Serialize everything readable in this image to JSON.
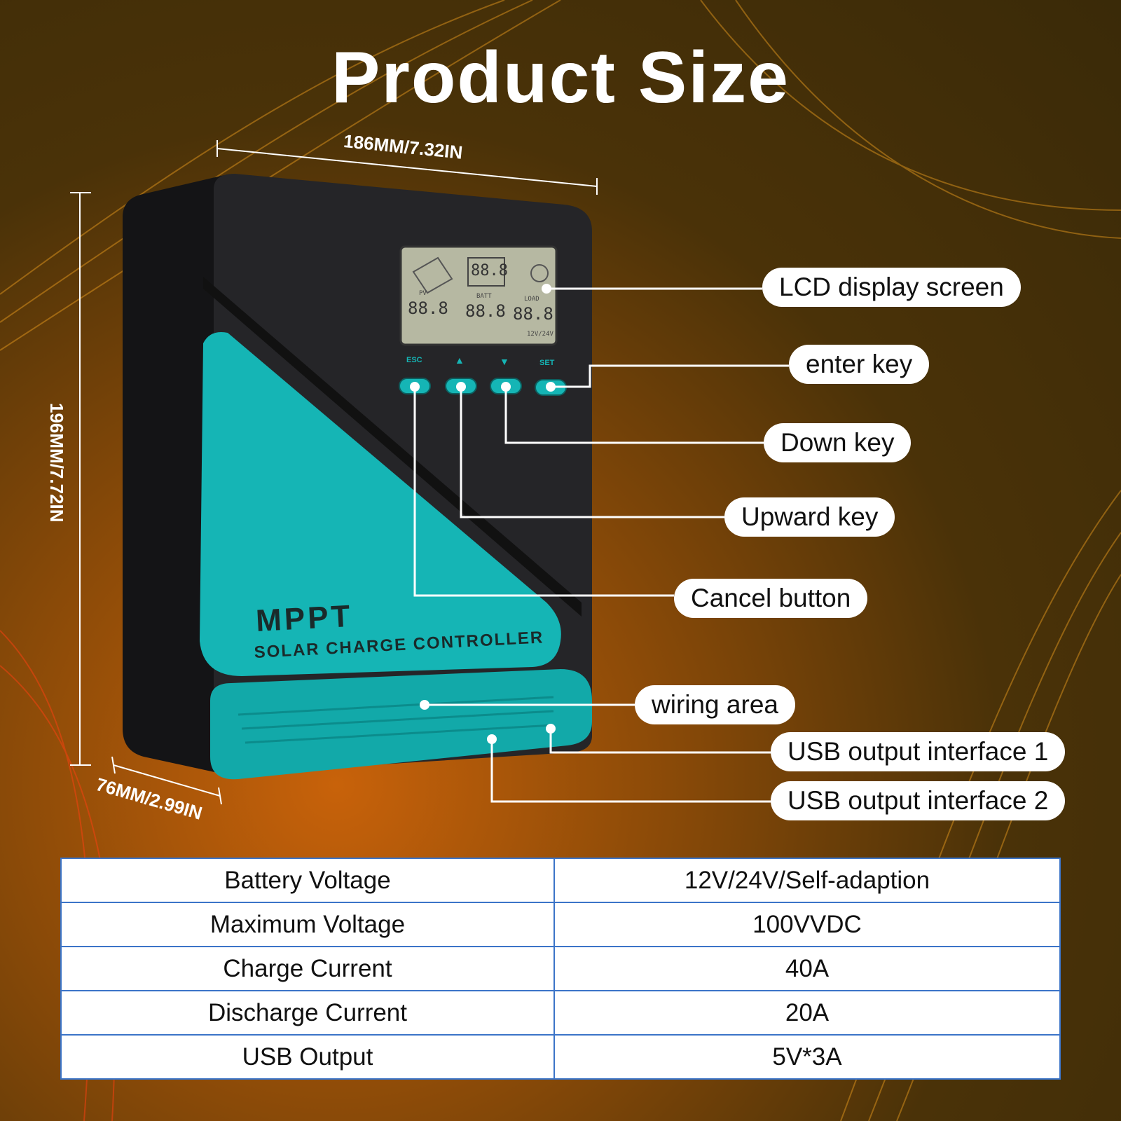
{
  "title": "Product Size",
  "dimensions": {
    "width": "186MM/7.32IN",
    "height": "196MM/7.72IN",
    "depth": "76MM/2.99IN"
  },
  "device": {
    "brand_line1": "MPPT",
    "brand_line2": "SOLAR CHARGE CONTROLLER",
    "buttons": [
      "ESC",
      "▲",
      "▼",
      "SET"
    ],
    "lcd": {
      "pv": "88.8",
      "batt": "88.8",
      "load": "88.8",
      "top": "88.8",
      "pv_label": "PV",
      "batt_label": "BATT",
      "load_label": "LOAD",
      "sys": "12V/24V"
    }
  },
  "callouts": {
    "lcd": "LCD display screen",
    "enter": "enter key",
    "down": "Down key",
    "up": "Upward key",
    "cancel": "Cancel button",
    "wiring": "wiring area",
    "usb1": "USB output interface 1",
    "usb2": "USB output interface 2"
  },
  "specs": [
    {
      "key": "Battery Voltage",
      "value": "12V/24V/Self-adaption"
    },
    {
      "key": "Maximum Voltage",
      "value": "100VVDC"
    },
    {
      "key": "Charge Current",
      "value": "40A"
    },
    {
      "key": "Discharge Current",
      "value": "20A"
    },
    {
      "key": "USB Output",
      "value": "5V*3A"
    }
  ],
  "colors": {
    "teal": "#15b5b5",
    "body": "#1c1c1e",
    "table_border": "#3b74c8"
  }
}
